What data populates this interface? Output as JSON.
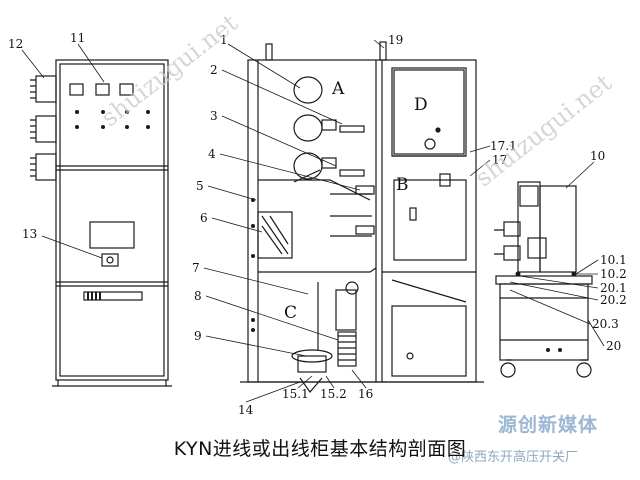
{
  "caption": "KYN进线或出线柜基本结构剖面图",
  "watermark": {
    "site": "shuizugui.net",
    "logo_text": "源创新媒体",
    "account": "@陕西东开高压开关厂"
  },
  "callouts": {
    "c1": "1",
    "c2": "2",
    "c3": "3",
    "c4": "4",
    "c5": "5",
    "c6": "6",
    "c7": "7",
    "c8": "8",
    "c9": "9",
    "c10": "10",
    "c10_1": "10.1",
    "c10_2": "10.2",
    "c11": "11",
    "c12": "12",
    "c13": "13",
    "c14": "14",
    "c15_1": "15.1",
    "c15_2": "15.2",
    "c16": "16",
    "c17": "17",
    "c17_1": "17.1",
    "c19": "19",
    "c20": "20",
    "c20_1": "20.1",
    "c20_2": "20.2",
    "c20_3": "20.3"
  },
  "compartments": {
    "a": "A",
    "b": "B",
    "c": "C",
    "d": "D"
  },
  "colors": {
    "line": "#1a1a1a",
    "watermark": "#c9c9c9",
    "logo": "#9bb7d4"
  }
}
